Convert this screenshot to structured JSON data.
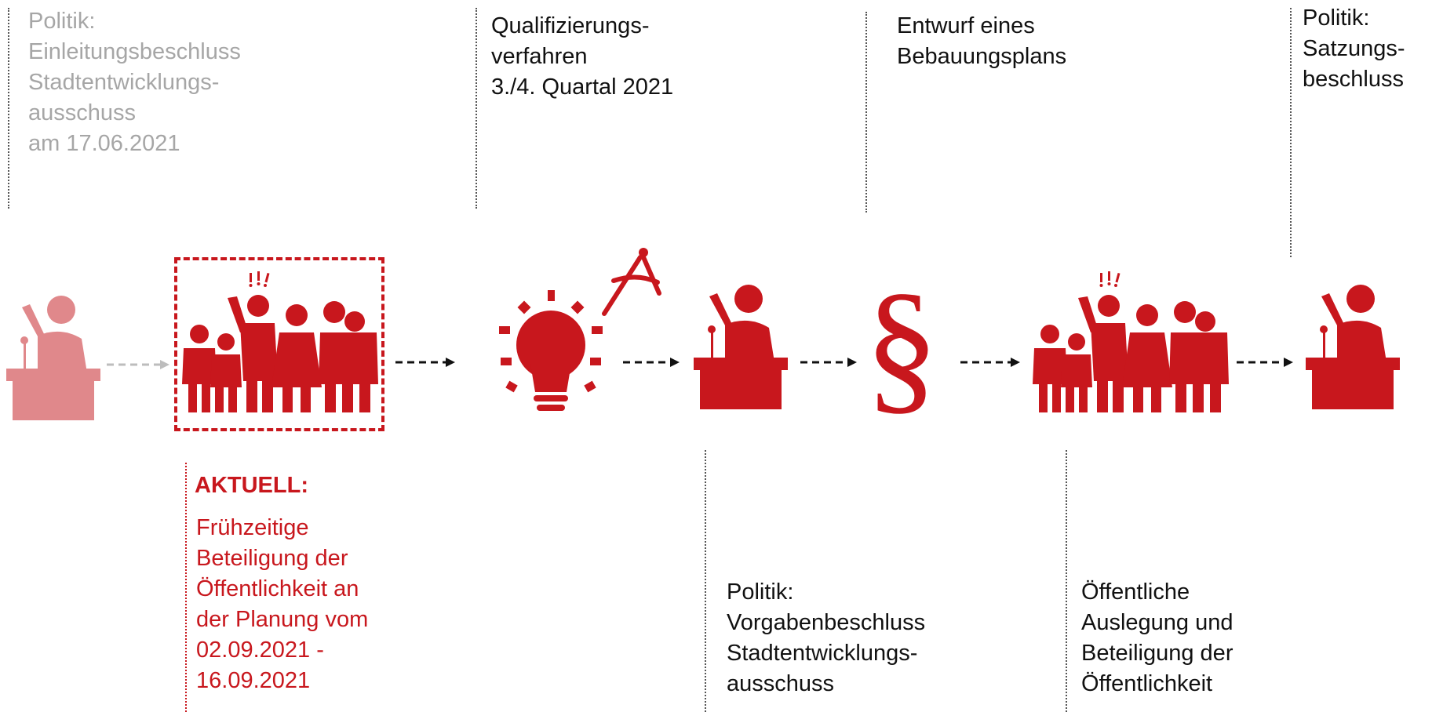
{
  "steps_top": [
    {
      "lines": [
        "Politik:",
        "Einleitungsbeschluss",
        "Stadtentwicklungs-",
        "ausschuss",
        "am 17.06.2021"
      ],
      "state": "done"
    },
    {
      "lines": [
        "Qualifizierungs-",
        "verfahren",
        "3./4. Quartal 2021"
      ],
      "state": "pending"
    },
    {
      "lines": [
        "Entwurf eines",
        "Bebauungsplans"
      ],
      "state": "pending"
    },
    {
      "lines": [
        "Politik:",
        "Satzungs-",
        "beschluss"
      ],
      "state": "pending"
    }
  ],
  "current": {
    "heading": "AKTUELL:",
    "lines": [
      "Frühzeitige",
      "Beteiligung der",
      "Öffentlichkeit an",
      "der Planung vom",
      "02.09.2021 -",
      "16.09.2021"
    ]
  },
  "steps_bottom": [
    {
      "lines": [
        "Politik:",
        "Vorgabenbeschluss",
        "Stadtentwicklungs-",
        "ausschuss"
      ]
    },
    {
      "lines": [
        "Öffentliche",
        "Auslegung und",
        "Beteiligung der",
        "Öffentlichkeit"
      ]
    }
  ],
  "icons": [
    "speaker-podium-icon",
    "crowd-protest-icon",
    "lightbulb-compass-icon",
    "speaker-podium-icon",
    "paragraph-icon",
    "crowd-protest-icon",
    "speaker-podium-icon"
  ],
  "colors": {
    "accent": "#c8171d",
    "faded": "#e0888b",
    "done_text": "#a6a6a6",
    "text": "#111111"
  }
}
